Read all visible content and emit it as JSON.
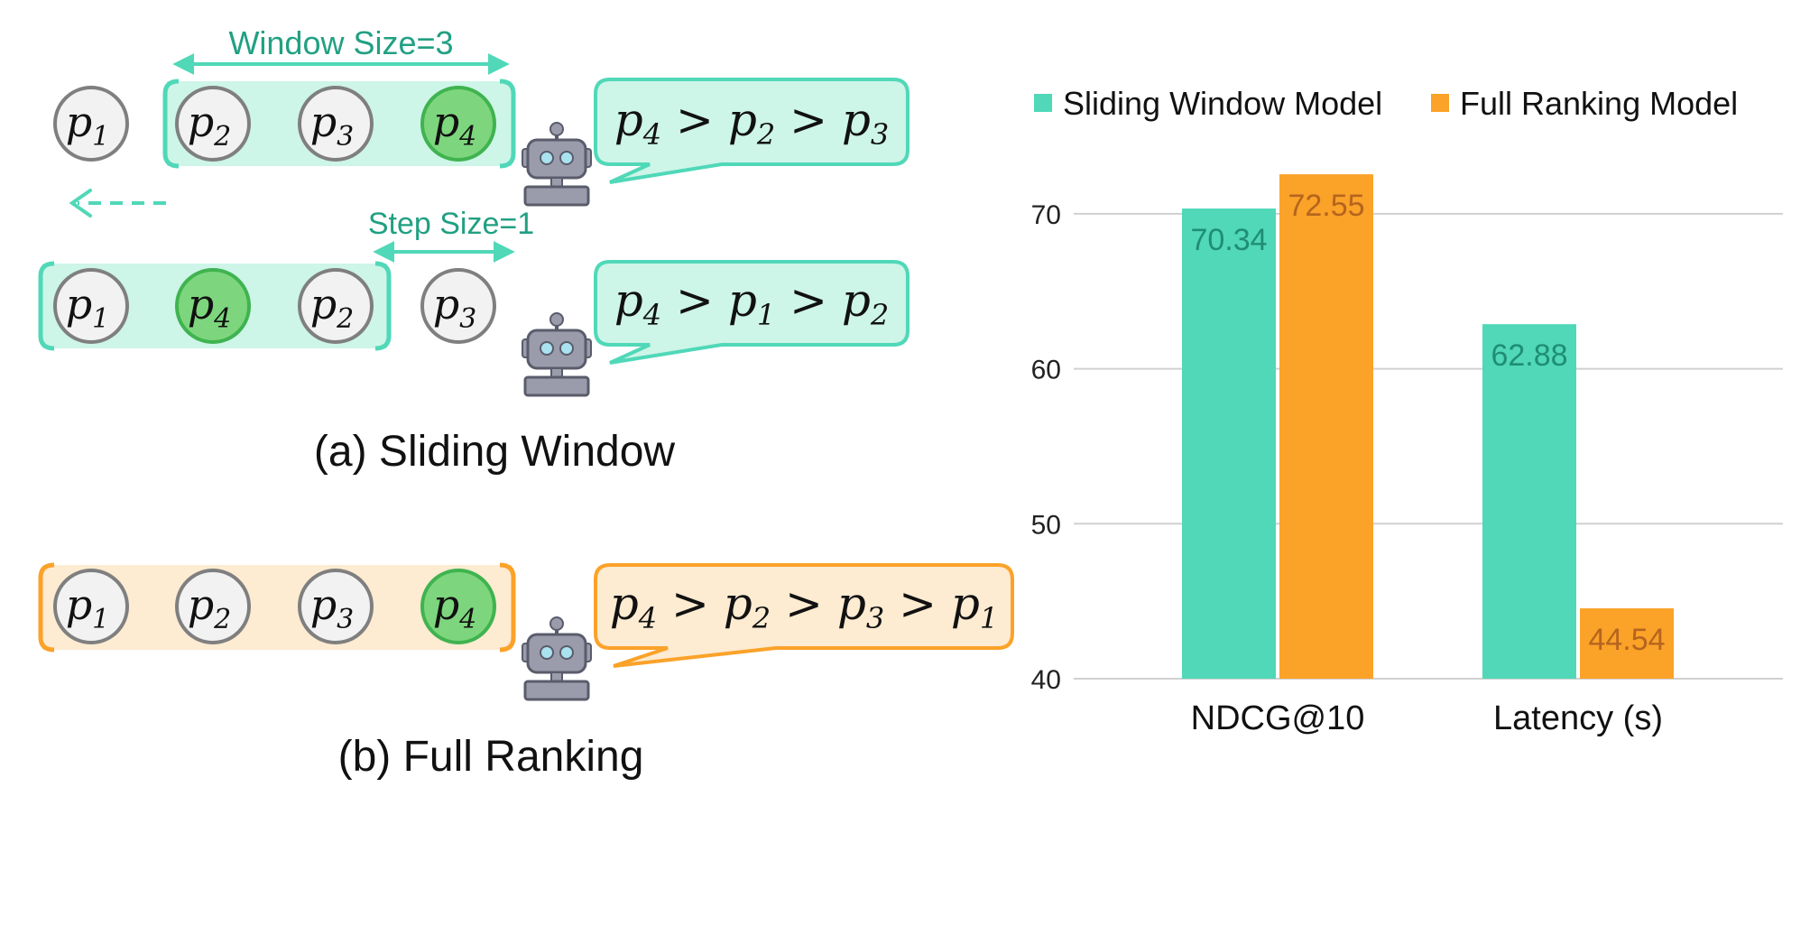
{
  "diagram": {
    "sliding": {
      "window_size_label": "Window Size=3",
      "step_size_label": "Step Size=1",
      "caption": "(a) Sliding Window",
      "row1": {
        "nodes": [
          "1",
          "2",
          "3",
          "4"
        ],
        "output": [
          "4",
          "2",
          "3"
        ]
      },
      "row2": {
        "nodes": [
          "1",
          "4",
          "2",
          "3"
        ],
        "output": [
          "4",
          "1",
          "2"
        ]
      }
    },
    "full": {
      "caption": "(b) Full Ranking",
      "nodes": [
        "1",
        "2",
        "3",
        "4"
      ],
      "output": [
        "4",
        "2",
        "3",
        "1"
      ]
    },
    "node_prefix": "p",
    "relation": ">"
  },
  "colors": {
    "teal": "#50d8b8",
    "teal_fill": "#cdf5e8",
    "teal_text": "#21a083",
    "orange": "#fba229",
    "orange_fill": "#fdebd2",
    "node_fill": "#f2f2f2",
    "node_green": "#7dd67d",
    "node_green_stroke": "#3fb34f",
    "robot": "#9a9cab",
    "robot_dark": "#5a5c6b",
    "robot_eye": "#a9e3ef"
  },
  "chart_data": {
    "type": "bar",
    "categories": [
      "NDCG@10",
      "Latency (s)"
    ],
    "series": [
      {
        "name": "Sliding Window Model",
        "values": [
          70.34,
          62.88
        ],
        "color": "#50d8b8",
        "label_color": "#1f8e74"
      },
      {
        "name": "Full Ranking Model",
        "values": [
          72.55,
          44.54
        ],
        "color": "#fba229",
        "label_color": "#b5651e"
      }
    ],
    "ylim": [
      40,
      72.55
    ],
    "yticks": [
      40,
      50,
      60,
      70
    ],
    "grid": true,
    "legend": "top",
    "title": "",
    "xlabel": "",
    "ylabel": ""
  }
}
